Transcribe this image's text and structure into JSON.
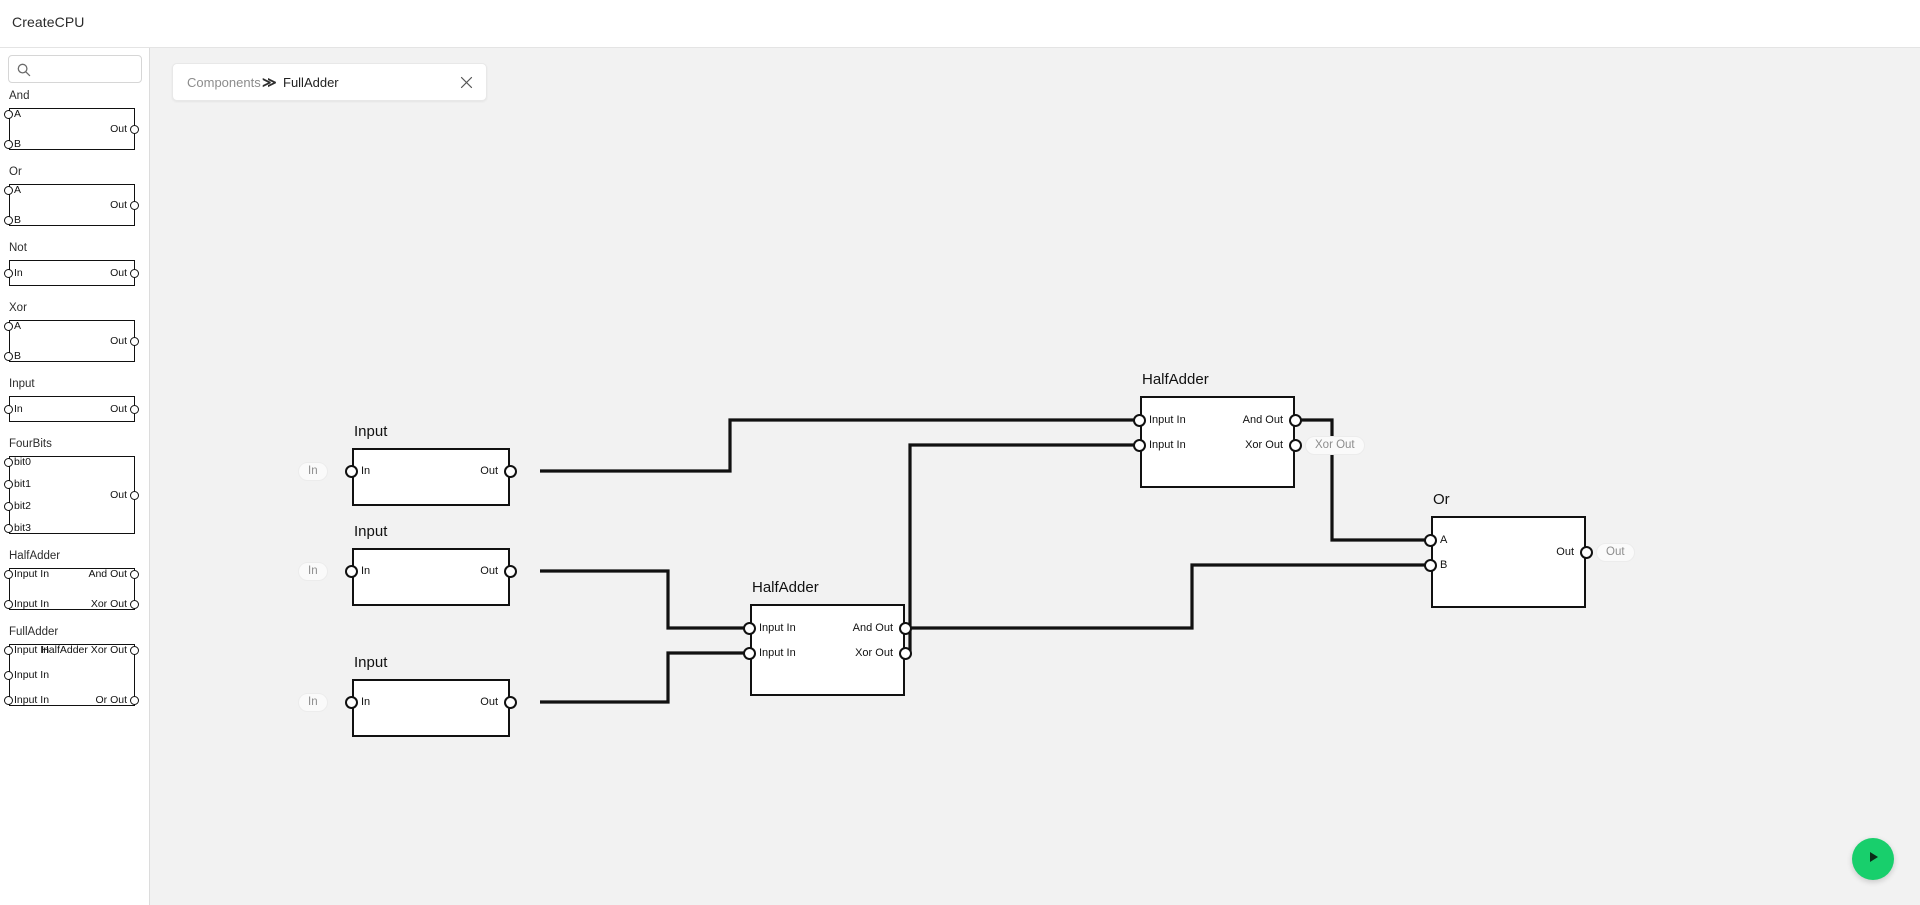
{
  "app": {
    "title": "CreateCPU"
  },
  "search": {
    "placeholder": "",
    "value": "",
    "icon": "search-icon"
  },
  "sidebar": {
    "items": [
      {
        "name": "And",
        "inputs": [
          "A",
          "B"
        ],
        "outputs": [
          "Out"
        ]
      },
      {
        "name": "Or",
        "inputs": [
          "A",
          "B"
        ],
        "outputs": [
          "Out"
        ]
      },
      {
        "name": "Not",
        "inputs": [
          "In"
        ],
        "outputs": [
          "Out"
        ]
      },
      {
        "name": "Xor",
        "inputs": [
          "A",
          "B"
        ],
        "outputs": [
          "Out"
        ]
      },
      {
        "name": "Input",
        "inputs": [
          "In"
        ],
        "outputs": [
          "Out"
        ]
      },
      {
        "name": "FourBits",
        "inputs": [
          "bit0",
          "bit1",
          "bit2",
          "bit3"
        ],
        "outputs": [
          "Out"
        ]
      },
      {
        "name": "HalfAdder",
        "inputs": [
          "Input In",
          "Input In"
        ],
        "outputs": [
          "And Out",
          "Xor Out"
        ]
      },
      {
        "name": "FullAdder",
        "inputs": [
          "Input In",
          "Input In",
          "Input In"
        ],
        "outputs": [
          "HalfAdder Xor Out",
          "Or Out"
        ]
      }
    ]
  },
  "tab": {
    "breadcrumb_root": "Components",
    "breadcrumb_sep": "≫",
    "breadcrumb_leaf": "FullAdder",
    "close_icon": "close-icon"
  },
  "canvas": {
    "nodes": [
      {
        "id": "input1",
        "title": "Input",
        "inputs": [
          "In"
        ],
        "outputs": [
          "Out"
        ],
        "badge_left": "In"
      },
      {
        "id": "input2",
        "title": "Input",
        "inputs": [
          "In"
        ],
        "outputs": [
          "Out"
        ],
        "badge_left": "In"
      },
      {
        "id": "input3",
        "title": "Input",
        "inputs": [
          "In"
        ],
        "outputs": [
          "Out"
        ],
        "badge_left": "In"
      },
      {
        "id": "halfadder1",
        "title": "HalfAdder",
        "inputs": [
          "Input In",
          "Input In"
        ],
        "outputs": [
          "And Out",
          "Xor Out"
        ],
        "badge_right": "Xor Out"
      },
      {
        "id": "halfadder2",
        "title": "HalfAdder",
        "inputs": [
          "Input In",
          "Input In"
        ],
        "outputs": [
          "And Out",
          "Xor Out"
        ]
      },
      {
        "id": "or1",
        "title": "Or",
        "inputs": [
          "A",
          "B"
        ],
        "outputs": [
          "Out"
        ],
        "badge_right": "Out"
      }
    ]
  },
  "run": {
    "label": "▶",
    "icon": "play-icon",
    "color": "#18cf6c"
  },
  "colors": {
    "canvas_bg": "#f2f2f2",
    "panel_bg": "#ffffff",
    "wire": "#111111",
    "accent": "#18cf6c"
  }
}
